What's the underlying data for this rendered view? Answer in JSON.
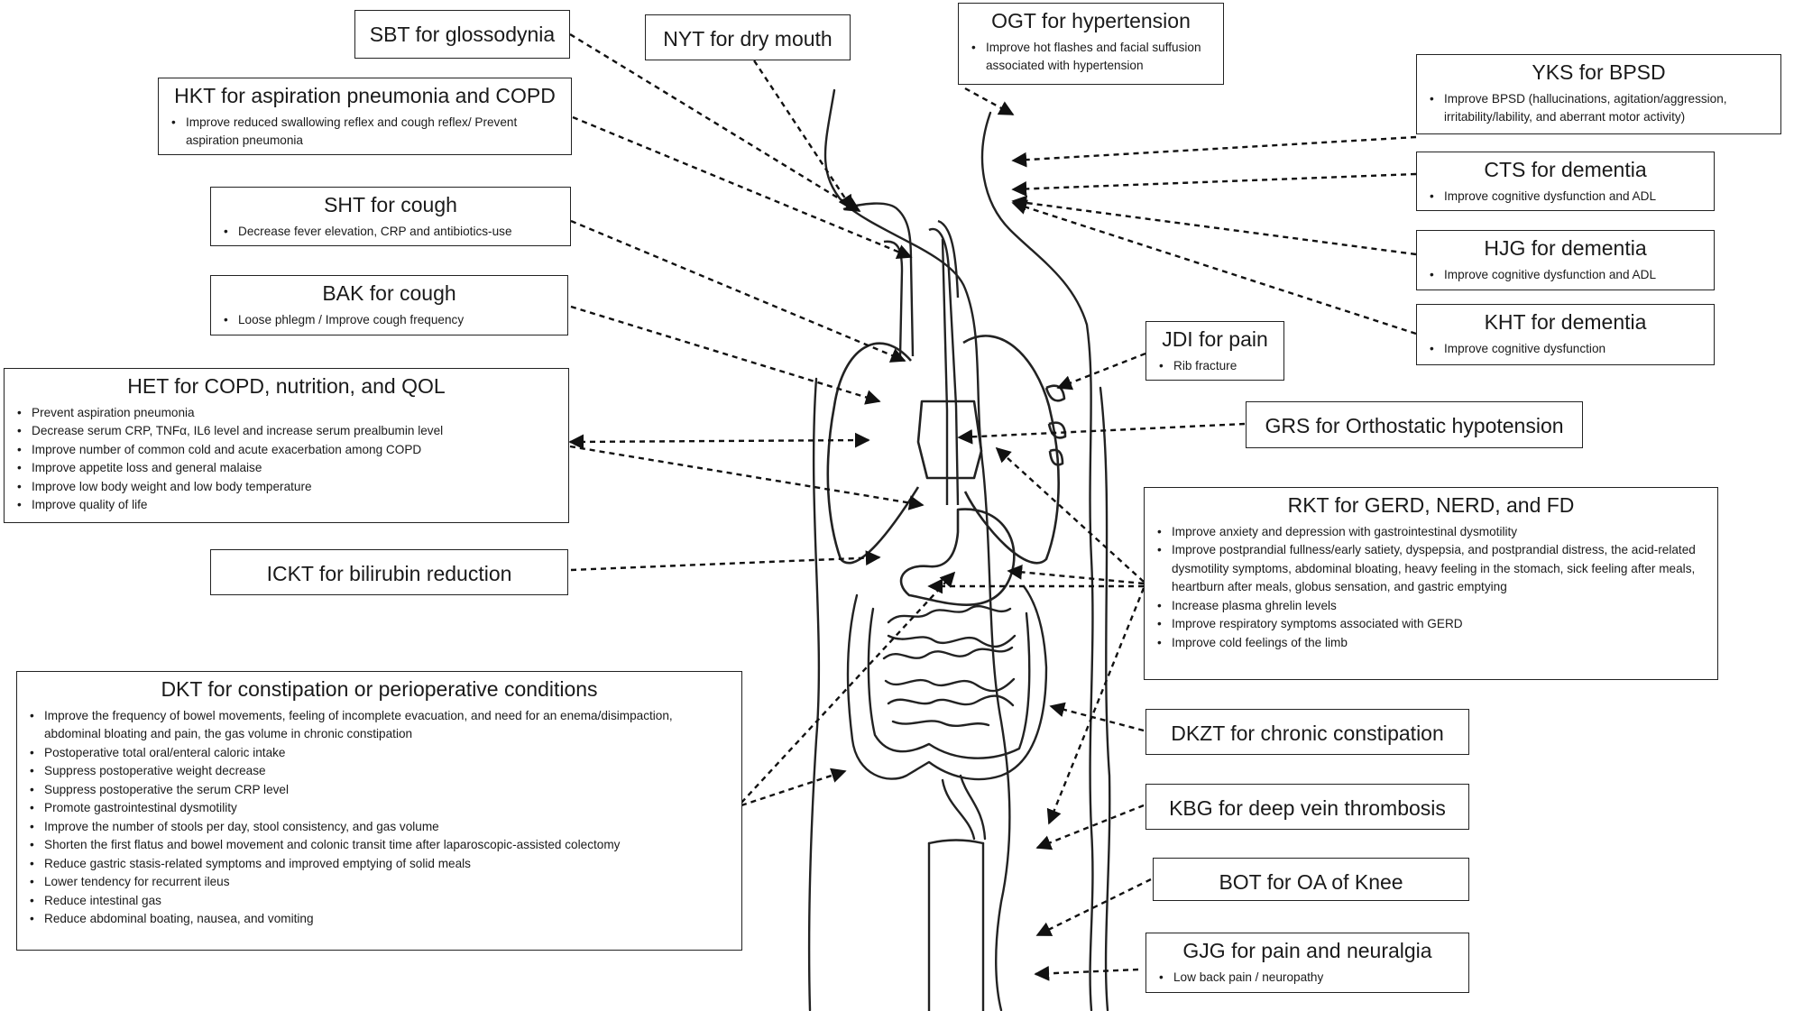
{
  "boxes": {
    "sbt": {
      "title": "SBT for glossodynia",
      "items": []
    },
    "nyt": {
      "title": "NYT for dry mouth",
      "items": []
    },
    "ogt": {
      "title": "OGT for hypertension",
      "items": [
        "Improve hot flashes and facial suffusion associated with hypertension"
      ]
    },
    "hkt": {
      "title": "HKT for aspiration pneumonia  and COPD",
      "items": [
        "Improve reduced swallowing reflex and cough reflex/ Prevent aspiration pneumonia"
      ]
    },
    "yks": {
      "title": "YKS for BPSD",
      "items": [
        "Improve BPSD (hallucinations, agitation/aggression, irritability/lability, and aberrant motor activity)"
      ]
    },
    "cts": {
      "title": "CTS for dementia",
      "items": [
        "Improve cognitive dysfunction and ADL"
      ]
    },
    "sht": {
      "title": "SHT for cough",
      "items": [
        "Decrease fever elevation, CRP and antibiotics-use"
      ]
    },
    "hjg": {
      "title": "HJG for dementia",
      "items": [
        "Improve cognitive dysfunction  and ADL"
      ]
    },
    "bak": {
      "title": "BAK for cough",
      "items": [
        "Loose phlegm / Improve cough frequency"
      ]
    },
    "kht": {
      "title": "KHT for dementia",
      "items": [
        "Improve cognitive dysfunction"
      ]
    },
    "jdi": {
      "title": "JDI for pain",
      "items": [
        "Rib fracture"
      ]
    },
    "het": {
      "title": "HET for COPD, nutrition,  and QOL",
      "items": [
        "Prevent aspiration pneumonia",
        "Decrease serum CRP, TNFα, IL6 level and increase serum prealbumin level",
        "Improve number of common cold and acute exacerbation among COPD",
        "Improve appetite loss and general malaise",
        "Improve low body weight and low body temperature",
        "Improve quality of life"
      ]
    },
    "grs": {
      "title": "GRS for Orthostatic hypotension",
      "items": []
    },
    "rkt": {
      "title": "RKT for GERD, NERD, and FD",
      "items": [
        "Improve anxiety and depression with gastrointestinal dysmotility",
        "Improve postprandial fullness/early satiety, dyspepsia, and postprandial distress, the acid-related dysmotility symptoms, abdominal bloating, heavy feeling in the stomach, sick feeling after meals, heartburn after meals, globus sensation, and gastric emptying",
        "Increase plasma ghrelin levels",
        "Improve respiratory symptoms associated with GERD",
        "Improve cold feelings of the limb"
      ]
    },
    "ickt": {
      "title": "ICKT for bilirubin reduction",
      "items": []
    },
    "dkt": {
      "title": "DKT for constipation or perioperative conditions",
      "items": [
        "Improve the frequency of bowel movements, feeling of incomplete evacuation, and need for an enema/disimpaction, abdominal bloating and pain, the gas volume in chronic constipation",
        "Postoperative total oral/enteral caloric intake",
        "Suppress postoperative weight decrease",
        "Suppress postoperative the serum CRP level",
        "Promote gastrointestinal dysmotility",
        "Improve the number of stools per day, stool consistency, and gas volume",
        "Shorten the first flatus and bowel movement and colonic transit time after laparoscopic-assisted colectomy",
        "Reduce gastric stasis-related symptoms and improved emptying of solid meals",
        "Lower tendency for recurrent ileus",
        "Reduce intestinal gas",
        "Reduce abdominal boating, nausea, and vomiting"
      ]
    },
    "dkzt": {
      "title": "DKZT for chronic constipation",
      "items": []
    },
    "kbg": {
      "title": "KBG for deep vein thrombosis",
      "items": []
    },
    "bot": {
      "title": "BOT for OA of Knee",
      "items": []
    },
    "gjg": {
      "title": "GJG for pain and neuralgia",
      "items": [
        "Low back pain / neuropathy"
      ]
    }
  }
}
